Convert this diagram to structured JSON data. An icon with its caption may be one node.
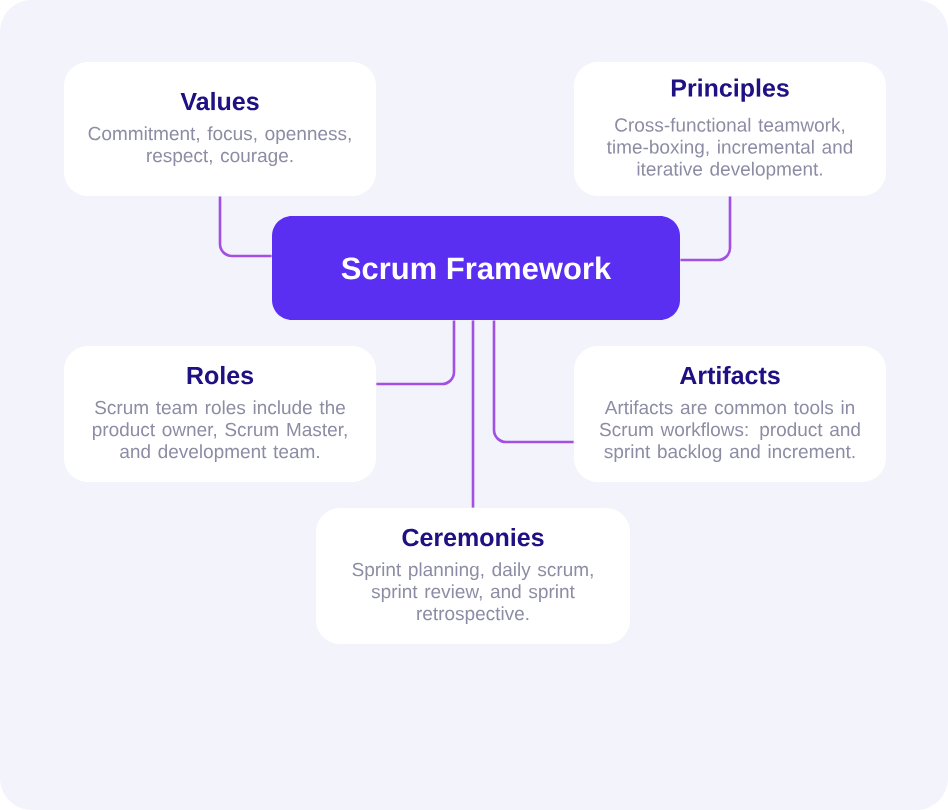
{
  "diagram": {
    "nodes": [
      {
        "text": [
          "Values",
          "Commitment, focus, openness, respect, courage."
        ]
      },
      {
        "text": [
          "Principles",
          "Cross-functional teamwork, time-boxing, incremental and iterative development."
        ]
      },
      {
        "text": [
          "Scrum Framework"
        ]
      },
      {
        "text": [
          "Roles",
          "Scrum team roles include the product owner, Scrum Master, and development team."
        ]
      },
      {
        "text": [
          "Artifacts",
          "Artifacts are common tools in Scrum workflows: product and sprint backlog and increment."
        ]
      },
      {
        "text": [
          "Ceremonies",
          "Sprint planning, daily scrum, sprint review, and sprint retrospective."
        ]
      }
    ],
    "edges": [
      {
        "from": 2,
        "to": 0,
        "arrow": "none"
      },
      {
        "from": 2,
        "to": 1,
        "arrow": "none"
      },
      {
        "from": 2,
        "to": 3,
        "arrow": "none"
      },
      {
        "from": 2,
        "to": 4,
        "arrow": "none"
      },
      {
        "from": 2,
        "to": 5,
        "arrow": "none"
      }
    ]
  }
}
